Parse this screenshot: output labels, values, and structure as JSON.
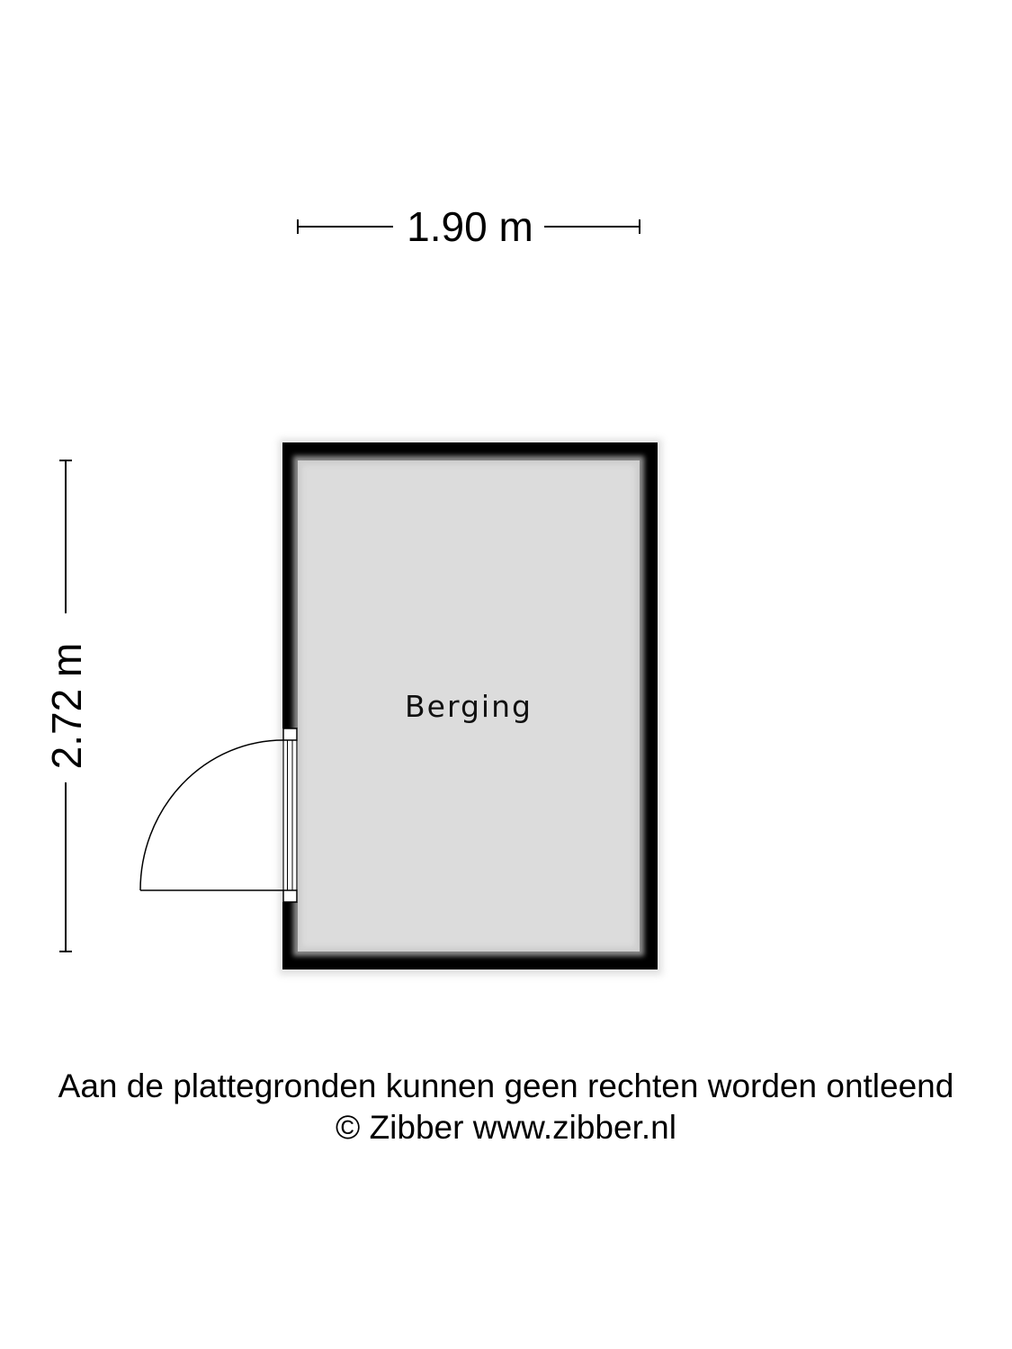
{
  "dimensions": {
    "width_label": "1.90 m",
    "height_label": "2.72 m"
  },
  "rooms": [
    {
      "name": "Berging",
      "fill": "#dcdcdc"
    }
  ],
  "colors": {
    "wall": "#000000",
    "room_fill": "#dcdcdc",
    "background": "#ffffff",
    "door_frame": "#ffffff"
  },
  "footer": {
    "disclaimer": "Aan de plattegronden kunnen geen rechten worden ontleend",
    "copyright": "© Zibber www.zibber.nl"
  }
}
